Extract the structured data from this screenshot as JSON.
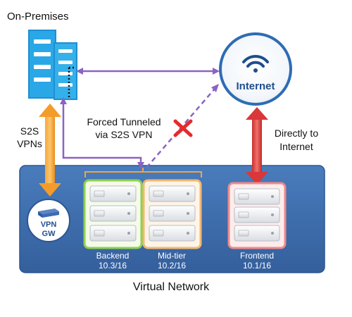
{
  "title": "On-Premises",
  "internet": {
    "label": "Internet",
    "icon": "wifi-icon"
  },
  "links": {
    "s2s_line1": "S2S",
    "s2s_line2": "VPNs",
    "forced_line1": "Forced Tunneled",
    "forced_line2": "via S2S VPN",
    "direct_line1": "Directly to",
    "direct_line2": "Internet"
  },
  "vpn_gateway": {
    "line1": "VPN",
    "line2": "GW",
    "icon": "router-icon"
  },
  "subnets": [
    {
      "name": "Backend",
      "cidr": "10.3/16"
    },
    {
      "name": "Mid-tier",
      "cidr": "10.2/16"
    },
    {
      "name": "Frontend",
      "cidr": "10.1/16"
    }
  ],
  "network_label": "Virtual Network",
  "colors": {
    "vnet_fill": "#3e6fae",
    "vnet_border": "#2b5694",
    "server_blue": "#1ea0dc",
    "internet_ring": "#2f6cb3",
    "internet_text": "#1f4e8c",
    "purple_line": "#8a63c3",
    "orange_arrow": "#f39c2a",
    "red_arrow": "#d9373a",
    "red_x": "#e52b2b",
    "backend_border": "#8fd14f",
    "midtier_border": "#f2b872",
    "frontend_border": "#f08a8a",
    "bracket_orange": "#f0a640"
  }
}
